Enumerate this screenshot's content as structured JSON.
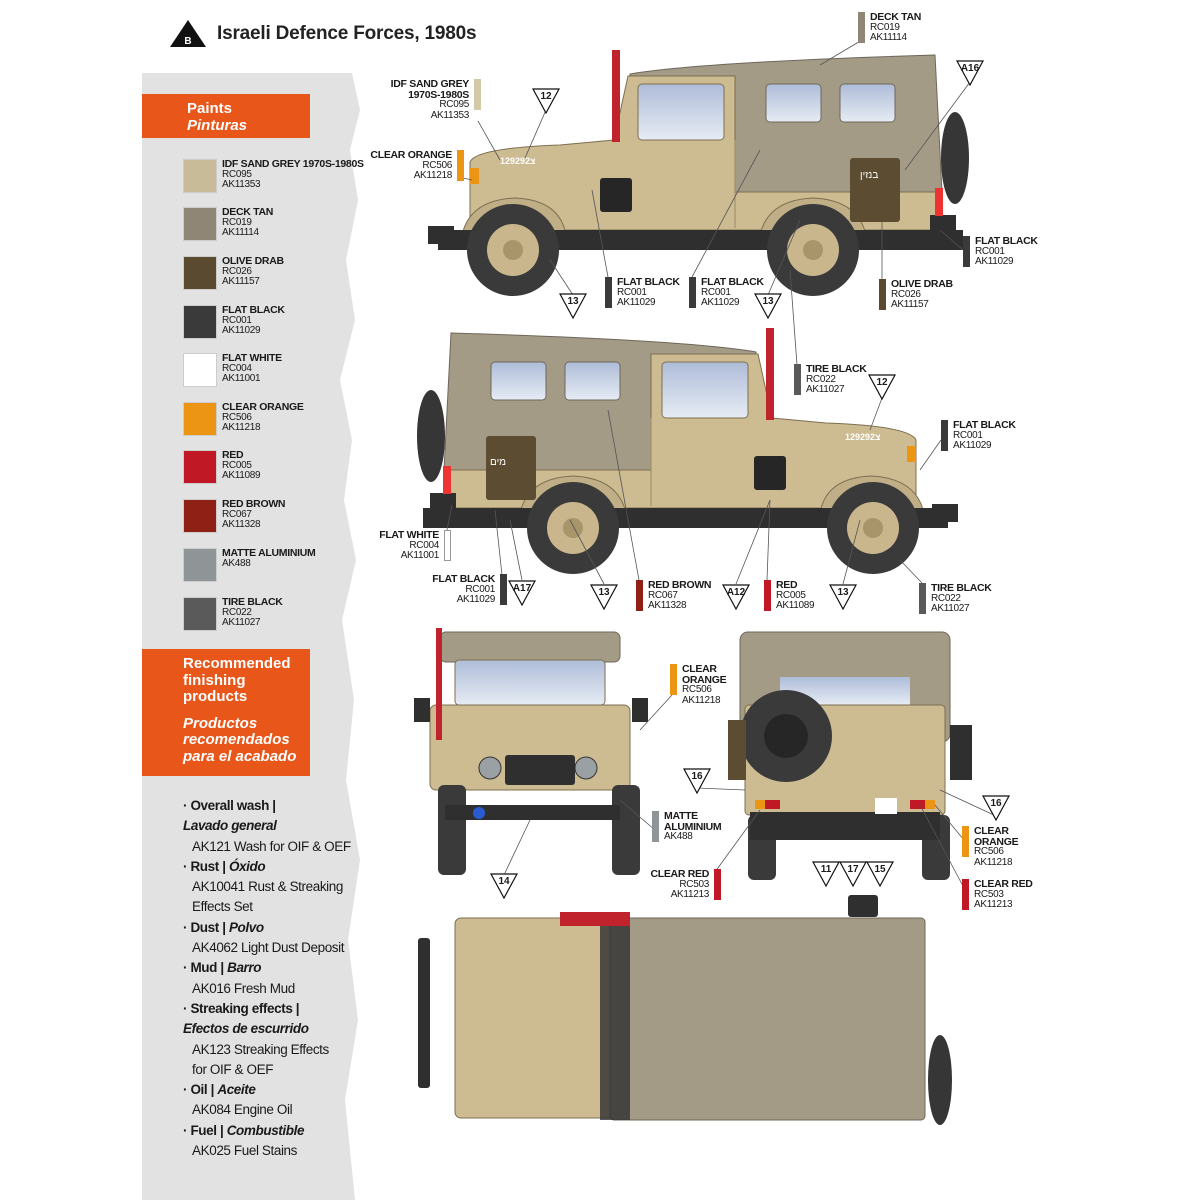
{
  "header": {
    "badge": "B",
    "title": "Israeli Defence Forces, 1980s"
  },
  "paints_panel": {
    "title": "Paints",
    "title_es": "Pinturas"
  },
  "paints": [
    {
      "name": "IDF SAND GREY 1970S-1980S",
      "codes": [
        "RC095",
        "AK11353"
      ],
      "color": "#c8bc98"
    },
    {
      "name": "DECK TAN",
      "codes": [
        "RC019",
        "AK11114"
      ],
      "color": "#8f8676"
    },
    {
      "name": "OLIVE DRAB",
      "codes": [
        "RC026",
        "AK11157"
      ],
      "color": "#5a4a30"
    },
    {
      "name": "FLAT BLACK",
      "codes": [
        "RC001",
        "AK11029"
      ],
      "color": "#3a3a3a"
    },
    {
      "name": "FLAT WHITE",
      "codes": [
        "RC004",
        "AK11001"
      ],
      "color": "#ffffff"
    },
    {
      "name": "CLEAR ORANGE",
      "codes": [
        "RC506",
        "AK11218"
      ],
      "color": "#ec9514"
    },
    {
      "name": "RED",
      "codes": [
        "RC005",
        "AK11089"
      ],
      "color": "#c01824"
    },
    {
      "name": "RED BROWN",
      "codes": [
        "RC067",
        "AK11328"
      ],
      "color": "#8e2016"
    },
    {
      "name": "MATTE ALUMINIUM",
      "codes": [
        "AK488"
      ],
      "color": "#8f9496"
    },
    {
      "name": "TIRE BLACK",
      "codes": [
        "RC022",
        "AK11027"
      ],
      "color": "#5a5a5a"
    }
  ],
  "finishing_panel": {
    "title": [
      "Recommended",
      "finishing",
      "products"
    ],
    "title_es": [
      "Productos",
      "recomendados",
      "para el acabado"
    ]
  },
  "finishing": [
    {
      "label": "Overall wash |",
      "label_es": "Lavado general",
      "products": [
        "AK121 Wash for OIF & OEF"
      ]
    },
    {
      "label": "Rust |",
      "label_es": "Óxido",
      "products": [
        "AK10041 Rust & Streaking",
        "Effects Set"
      ]
    },
    {
      "label": "Dust |",
      "label_es": "Polvo",
      "products": [
        "AK4062 Light Dust Deposit"
      ]
    },
    {
      "label": "Mud |",
      "label_es": "Barro",
      "products": [
        "AK016 Fresh Mud"
      ]
    },
    {
      "label": "Streaking effects |",
      "label_es": "Efectos de escurrido",
      "products": [
        "AK123 Streaking Effects",
        "for OIF & OEF"
      ]
    },
    {
      "label": "Oil |",
      "label_es": "Aceite",
      "products": [
        "AK084 Engine Oil"
      ]
    },
    {
      "label": "Fuel |",
      "label_es": "Combustible",
      "products": [
        "AK025 Fuel Stains"
      ]
    }
  ],
  "callouts": [
    {
      "name": "DECK TAN",
      "codes": [
        "RC019",
        "AK11114"
      ],
      "color": "#8f8676"
    },
    {
      "name": "IDF SAND GREY",
      "name2": "1970S-1980S",
      "codes": [
        "RC095",
        "AK11353"
      ],
      "color": "#d4c9a6"
    },
    {
      "name": "CLEAR ORANGE",
      "codes": [
        "RC506",
        "AK11218"
      ],
      "color": "#ec9514"
    },
    {
      "name": "FLAT BLACK",
      "codes": [
        "RC001",
        "AK11029"
      ],
      "color": "#3a3a3a"
    },
    {
      "name": "FLAT BLACK",
      "codes": [
        "RC001",
        "AK11029"
      ],
      "color": "#3a3a3a"
    },
    {
      "name": "FLAT BLACK",
      "codes": [
        "RC001",
        "AK11029"
      ],
      "color": "#3a3a3a"
    },
    {
      "name": "OLIVE DRAB",
      "codes": [
        "RC026",
        "AK11157"
      ],
      "color": "#5a4a30"
    },
    {
      "name": "TIRE BLACK",
      "codes": [
        "RC022",
        "AK11027"
      ],
      "color": "#5a5a5a"
    },
    {
      "name": "FLAT BLACK",
      "codes": [
        "RC001",
        "AK11029"
      ],
      "color": "#3a3a3a"
    },
    {
      "name": "FLAT WHITE",
      "codes": [
        "RC004",
        "AK11001"
      ],
      "color": "#ffffff"
    },
    {
      "name": "FLAT BLACK",
      "codes": [
        "RC001",
        "AK11029"
      ],
      "color": "#3a3a3a"
    },
    {
      "name": "RED BROWN",
      "codes": [
        "RC067",
        "AK11328"
      ],
      "color": "#8e2016"
    },
    {
      "name": "RED",
      "codes": [
        "RC005",
        "AK11089"
      ],
      "color": "#c01824"
    },
    {
      "name": "TIRE BLACK",
      "codes": [
        "RC022",
        "AK11027"
      ],
      "color": "#5a5a5a"
    },
    {
      "name": "CLEAR",
      "name2": "ORANGE",
      "codes": [
        "RC506",
        "AK11218"
      ],
      "color": "#ec9514"
    },
    {
      "name": "MATTE",
      "name2": "ALUMINIUM",
      "codes": [
        "AK488"
      ],
      "color": "#8f9496"
    },
    {
      "name": "CLEAR RED",
      "codes": [
        "RC503",
        "AK11213"
      ],
      "color": "#c01824"
    },
    {
      "name": "CLEAR",
      "name2": "ORANGE",
      "codes": [
        "RC506",
        "AK11218"
      ],
      "color": "#ec9514"
    },
    {
      "name": "CLEAR RED",
      "codes": [
        "RC503",
        "AK11213"
      ],
      "color": "#c01824"
    }
  ],
  "markers": [
    "12",
    "A16",
    "13",
    "13",
    "12",
    "A17",
    "13",
    "A12",
    "13",
    "16",
    "14",
    "16",
    "11",
    "17",
    "15"
  ],
  "decals": {
    "plate": "129292צ",
    "fuel_can": "בנזין",
    "water_can": "מים"
  }
}
